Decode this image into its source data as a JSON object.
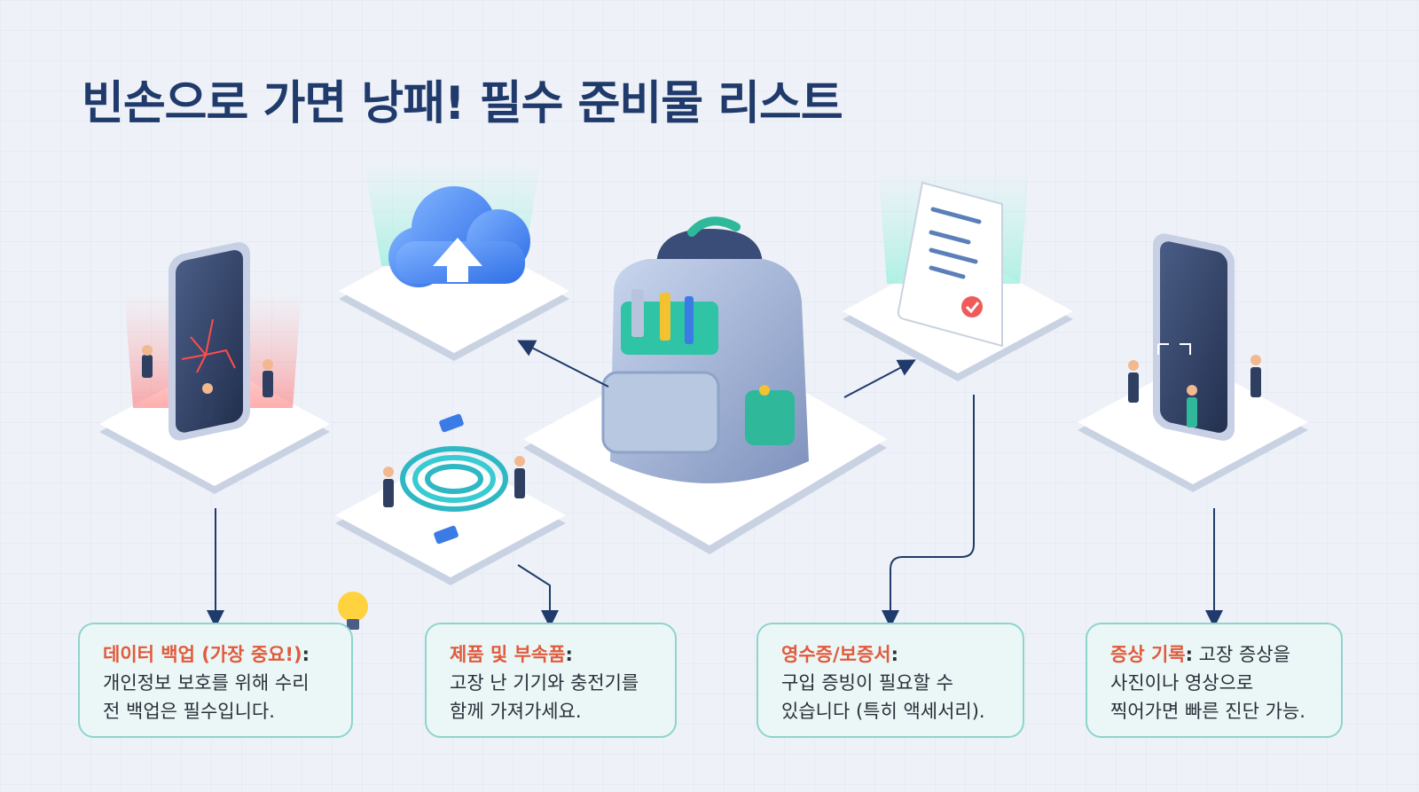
{
  "title": "빈손으로 가면 낭패! 필수 준비물 리스트",
  "cards": [
    {
      "heading": "데이터 백업 (가장 중요!)",
      "colon": ":",
      "inline": "",
      "lines": [
        "개인정보 보호를 위해 수리",
        "전 백업은 필수입니다."
      ]
    },
    {
      "heading": "제품 및 부속품",
      "colon": ":",
      "inline": "",
      "lines": [
        "고장 난 기기와 충전기를",
        "함께 가져가세요."
      ]
    },
    {
      "heading": "영수증/보증서",
      "colon": ":",
      "inline": "",
      "lines": [
        "구입 증빙이 필요할 수",
        "있습니다 (특히 액세서리)."
      ]
    },
    {
      "heading": "증상 기록",
      "colon": ":",
      "inline": " 고장 증상을",
      "lines": [
        "사진이나 영상으로",
        "찍어가면 빠른 진단 가능."
      ]
    }
  ],
  "colors": {
    "title": "#1f3a6b",
    "heading": "#e15a3c",
    "card_border": "#8fd3cd",
    "card_fill": "#ebf7f6",
    "arrow": "#1f3a6b"
  }
}
